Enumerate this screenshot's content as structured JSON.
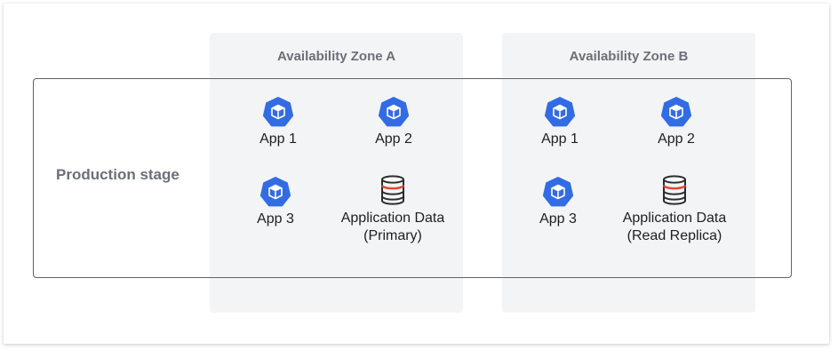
{
  "stage": {
    "label": "Production stage"
  },
  "zones": [
    {
      "title": "Availability Zone A",
      "nodes": [
        {
          "label": "App 1",
          "icon": "kubernetes-pod-icon"
        },
        {
          "label": "App 2",
          "icon": "kubernetes-pod-icon"
        },
        {
          "label": "App 3",
          "icon": "kubernetes-pod-icon"
        },
        {
          "label": "Application Data\n(Primary)",
          "icon": "database-icon"
        }
      ]
    },
    {
      "title": "Availability Zone B",
      "nodes": [
        {
          "label": "App 1",
          "icon": "kubernetes-pod-icon"
        },
        {
          "label": "App 2",
          "icon": "kubernetes-pod-icon"
        },
        {
          "label": "App 3",
          "icon": "kubernetes-pod-icon"
        },
        {
          "label": "Application Data\n(Read Replica)",
          "icon": "database-icon"
        }
      ]
    }
  ],
  "colors": {
    "pod": "#326ce5",
    "database_accent": "#e8432e",
    "zone_background": "#f3f4f6",
    "stage_border": "#5f6368"
  }
}
